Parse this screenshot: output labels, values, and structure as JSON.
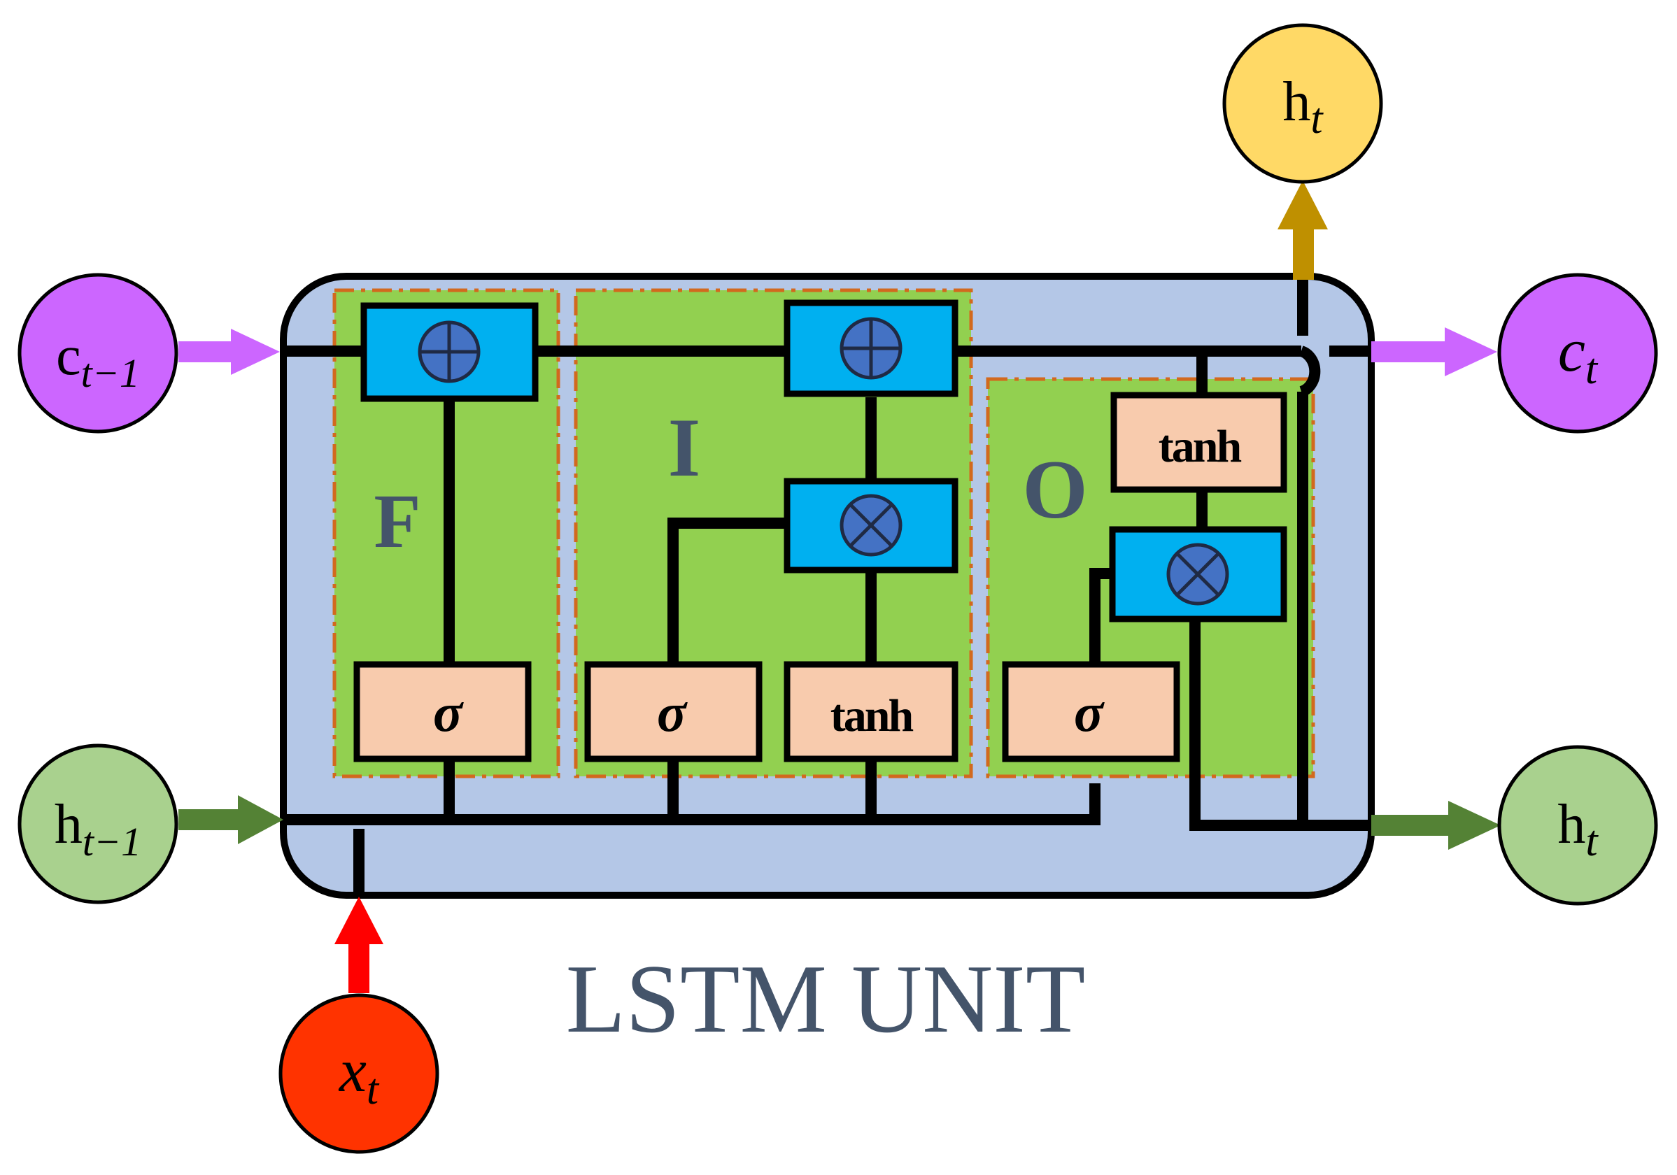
{
  "diagram": {
    "title": "LSTM UNIT",
    "regions": {
      "forget": "F",
      "input": "I",
      "output": "O"
    },
    "activations": {
      "sigma": "σ",
      "tanh": "tanh"
    },
    "nodes": {
      "c_prev": {
        "base": "c",
        "sub": "t−1"
      },
      "h_prev": {
        "base": "h",
        "sub": "t−1"
      },
      "x_t": {
        "base": "x",
        "sub": "t"
      },
      "c_t": {
        "base": "c",
        "sub": "t"
      },
      "h_t_right": {
        "base": "h",
        "sub": "t"
      },
      "h_t_top": {
        "base": "h",
        "sub": "t"
      }
    },
    "colors": {
      "unit_background": "#b4c7e7",
      "region_fill": "#92d050",
      "region_border": "#d2691e",
      "operator_box": "#00b0f0",
      "activation_box": "#f8cbad",
      "cell_state_arrow": "#cc66ff",
      "hidden_state_arrow": "#548235",
      "input_arrow": "#ff0000",
      "output_arrow": "#bf9000",
      "node_c": "#cc66ff",
      "node_h": "#a9d18e",
      "node_x": "#ff3300",
      "node_h_top": "#ffd966",
      "label_color": "#44546a"
    }
  }
}
